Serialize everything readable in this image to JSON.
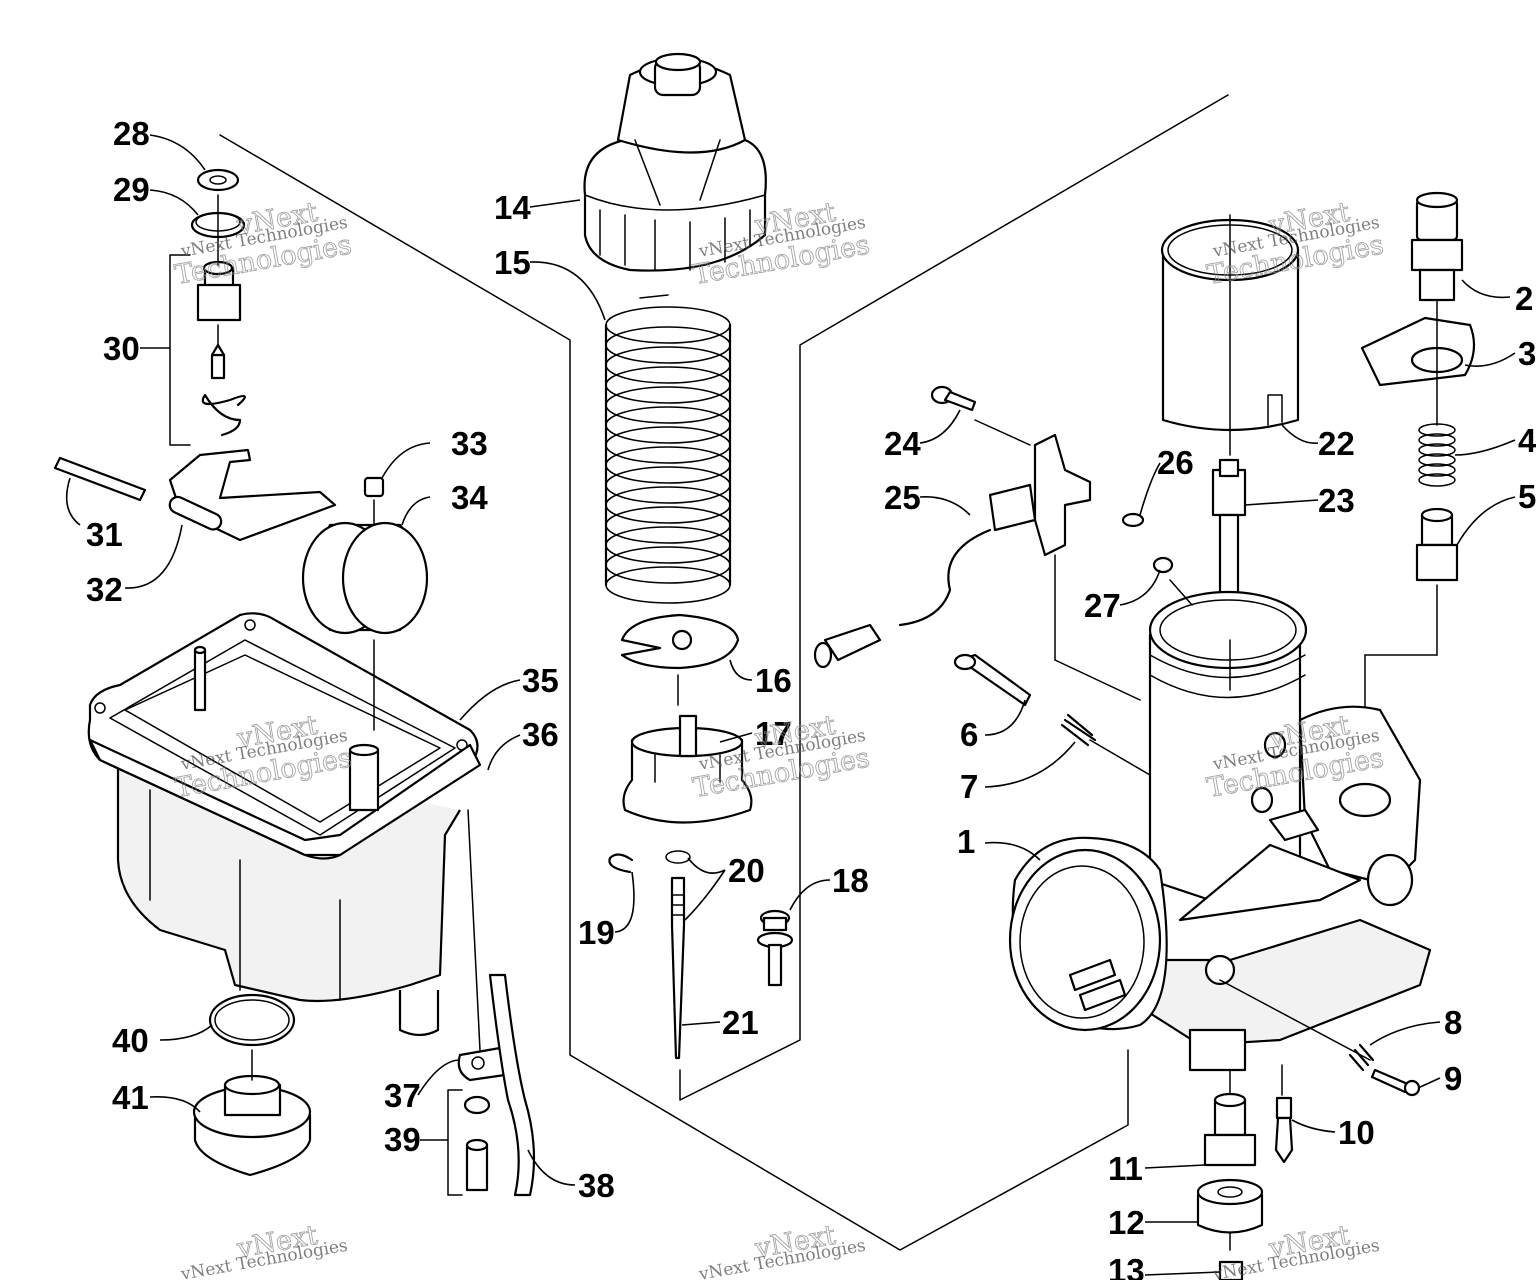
{
  "watermark": {
    "line1": "vNext",
    "line2": "vNext Technologies",
    "line3": "Technologies"
  },
  "callouts": {
    "c1": "1",
    "c2": "2",
    "c3": "3",
    "c4": "4",
    "c5": "5",
    "c6": "6",
    "c7": "7",
    "c8": "8",
    "c9": "9",
    "c10": "10",
    "c11": "11",
    "c12": "12",
    "c13": "13",
    "c14": "14",
    "c15": "15",
    "c16": "16",
    "c17": "17",
    "c18": "18",
    "c19": "19",
    "c20": "20",
    "c21": "21",
    "c22": "22",
    "c23": "23",
    "c24": "24",
    "c25": "25",
    "c26": "26",
    "c27": "27",
    "c28": "28",
    "c29": "29",
    "c30": "30",
    "c31": "31",
    "c32": "32",
    "c33": "33",
    "c34": "34",
    "c35": "35",
    "c36": "36",
    "c37": "37",
    "c38": "38",
    "c39": "39",
    "c40": "40",
    "c41": "41"
  }
}
